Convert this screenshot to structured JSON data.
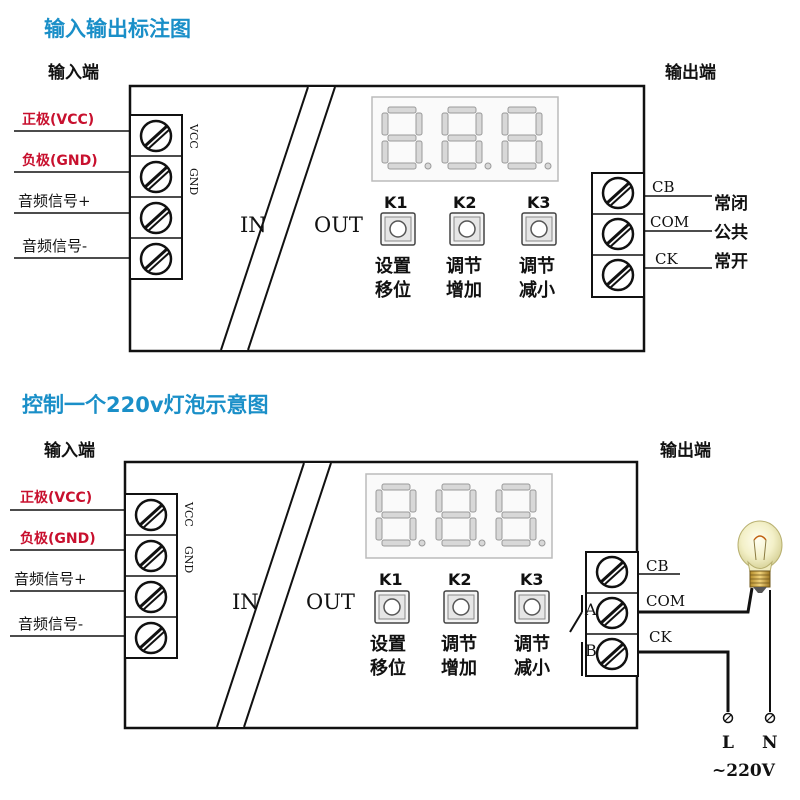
{
  "top": {
    "title": "输入输出标注图",
    "input_end": "输入端",
    "output_end": "输出端",
    "inputs": [
      "正极(VCC)",
      "负极(GND)",
      "音频信号+",
      "音频信号-"
    ],
    "pin_vcc": "VCC",
    "pin_gnd": "GND",
    "in_label": "IN",
    "out_label": "OUT",
    "keys": [
      {
        "key": "K1",
        "line1": "设置",
        "line2": "移位"
      },
      {
        "key": "K2",
        "line1": "调节",
        "line2": "增加"
      },
      {
        "key": "K3",
        "line1": "调节",
        "line2": "减小"
      }
    ],
    "outputs": [
      {
        "pin": "CB",
        "desc": "常闭"
      },
      {
        "pin": "COM",
        "desc": "公共"
      },
      {
        "pin": "CK",
        "desc": "常开"
      }
    ]
  },
  "bottom": {
    "title": "控制一个220v灯泡示意图",
    "input_end": "输入端",
    "output_end": "输出端",
    "inputs": [
      "正极(VCC)",
      "负极(GND)",
      "音频信号+",
      "音频信号-"
    ],
    "pin_vcc": "VCC",
    "pin_gnd": "GND",
    "in_label": "IN",
    "out_label": "OUT",
    "keys": [
      {
        "key": "K1",
        "line1": "设置",
        "line2": "移位"
      },
      {
        "key": "K2",
        "line1": "调节",
        "line2": "增加"
      },
      {
        "key": "K3",
        "line1": "调节",
        "line2": "减小"
      }
    ],
    "outputs": [
      {
        "pin": "CB"
      },
      {
        "pin": "COM"
      },
      {
        "pin": "CK"
      }
    ],
    "switch_a": "A",
    "switch_b": "B",
    "line_l": "L",
    "line_n": "N",
    "voltage": "~220V"
  },
  "colors": {
    "title": "#1a8fc8",
    "polarity": "#c8102e",
    "segment": "#d8d8d8"
  }
}
